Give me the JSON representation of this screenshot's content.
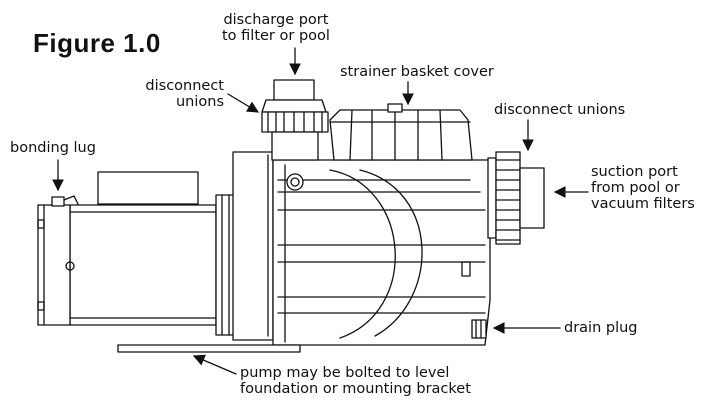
{
  "figure": {
    "title": "Figure 1.0"
  },
  "labels": {
    "discharge_port": [
      "discharge port",
      "to filter or pool"
    ],
    "disconnect_unions_left": [
      "disconnect",
      "unions"
    ],
    "strainer_basket_cover": "strainer basket cover",
    "disconnect_unions_right": "disconnect unions",
    "bonding_lug": "bonding lug",
    "suction_port": [
      "suction port",
      "from pool or",
      "vacuum filters"
    ],
    "drain_plug": "drain plug",
    "mounting_note": [
      "pump may be bolted to level",
      "foundation or mounting bracket"
    ]
  }
}
